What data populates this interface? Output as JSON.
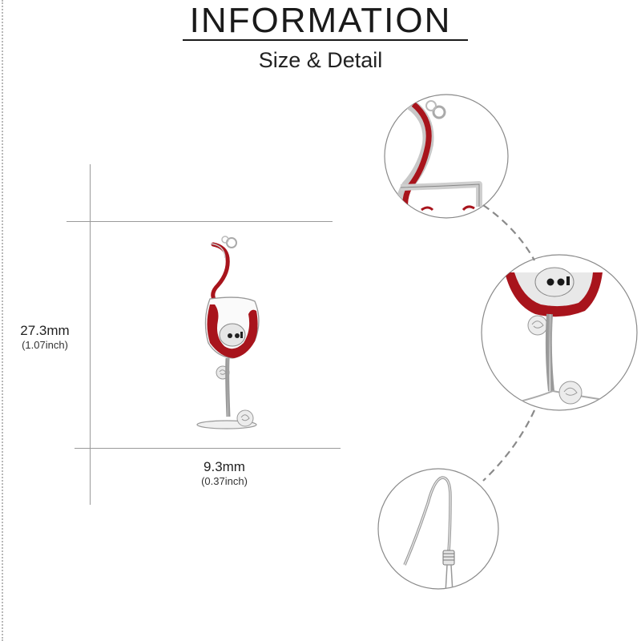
{
  "header": {
    "title": "INFORMATION",
    "subtitle": "Size & Detail"
  },
  "dimensions": {
    "height": {
      "mm": "27.3mm",
      "inch": "(1.07inch)"
    },
    "width": {
      "mm": "9.3mm",
      "inch": "(0.37inch)"
    }
  },
  "product": {
    "name": "Wine glass skull earring",
    "colors": {
      "wine": "#a8141c",
      "silver": "#c8c8c8",
      "outline": "#777777"
    }
  },
  "detail_views": [
    {
      "id": "top",
      "label": "wine-swirl-detail-icon"
    },
    {
      "id": "middle",
      "label": "skull-rose-stem-detail-icon"
    },
    {
      "id": "bottom",
      "label": "ear-hook-detail-icon"
    }
  ]
}
